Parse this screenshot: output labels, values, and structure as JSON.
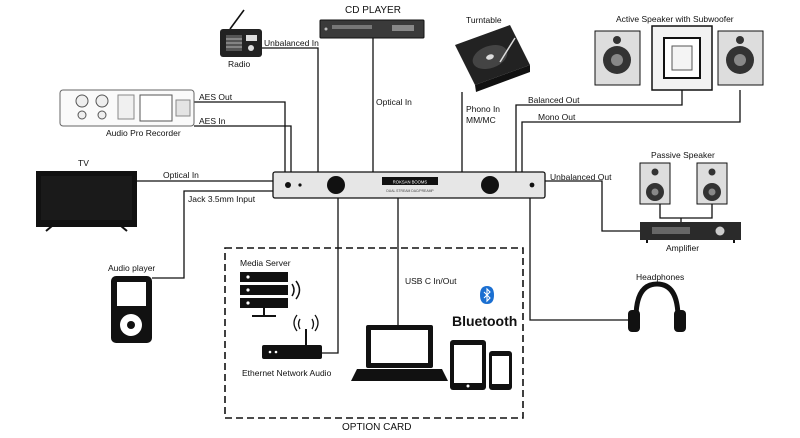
{
  "device": {
    "brand": "ROKSAN BOOMS",
    "model_line": "DUAL STREAM DAC/PREAMP"
  },
  "labels": {
    "cd_player": "CD PLAYER",
    "turntable": "Turntable",
    "active_speaker": "Active Speaker with Subwoofer",
    "radio": "Radio",
    "unbalanced_in": "Unbalanced In",
    "aes_out": "AES Out",
    "aes_in": "AES In",
    "audio_pro_recorder": "Audio Pro Recorder",
    "optical_in_top": "Optical In",
    "phono_in_1": "Phono In",
    "phono_in_2": "MM/MC",
    "balanced_out": "Balanced Out",
    "mono_out": "Mono Out",
    "tv": "TV",
    "optical_in_tv": "Optical In",
    "jack_input": "Jack 3.5mm Input",
    "unbalanced_out": "Unbalanced Out",
    "passive_speaker": "Passive Speaker",
    "amplifier": "Amplifier",
    "audio_player": "Audio player",
    "media_server": "Media Server",
    "usb": "USB C In/Out",
    "bluetooth": "Bluetooth",
    "headphones": "Headphones",
    "ethernet": "Ethernet Network Audio",
    "option_card": "OPTION CARD"
  },
  "colors": {
    "line": "#111111",
    "device_body": "#e6e6e6",
    "bluetooth_blue": "#1b6fd1"
  }
}
